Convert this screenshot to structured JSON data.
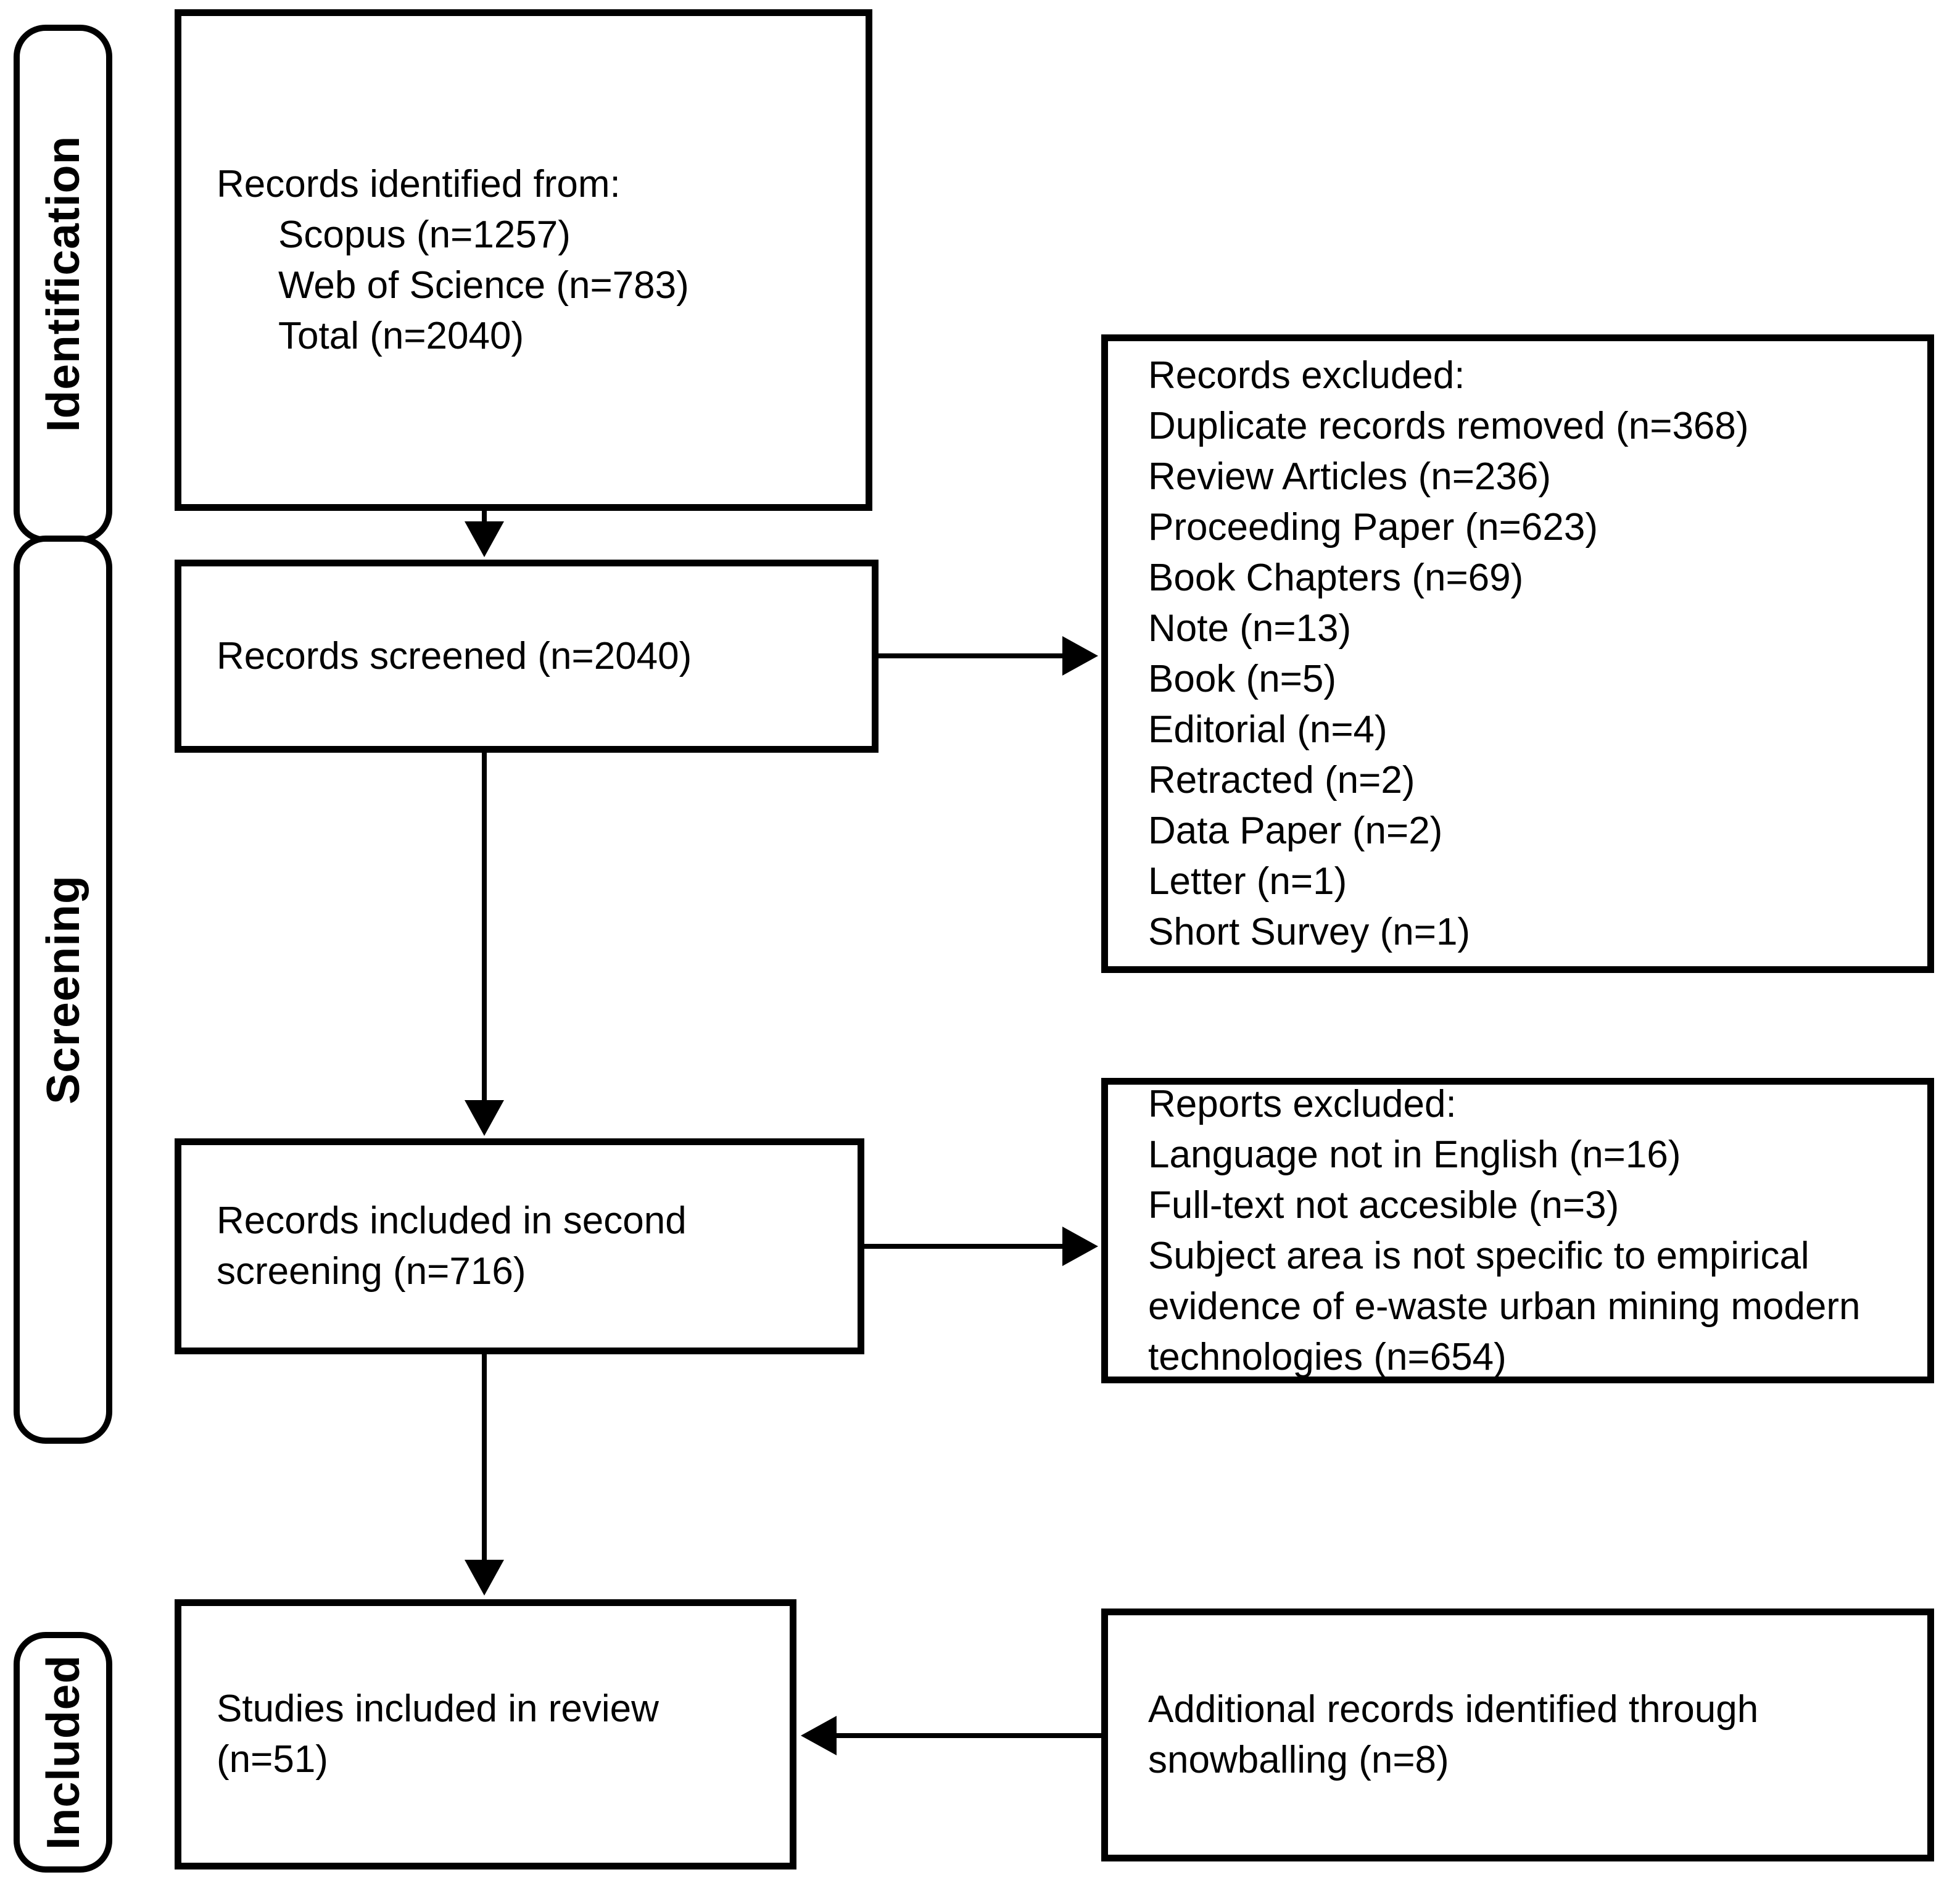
{
  "colors": {
    "background": "#ffffff",
    "line": "#000000",
    "text": "#000000"
  },
  "stages": [
    {
      "label": "Identification"
    },
    {
      "label": "Screening"
    },
    {
      "label": "Included"
    }
  ],
  "boxes": {
    "records_identified": {
      "title": "Records identified from:",
      "items": [
        "Scopus (n=1257)",
        "Web of Science (n=783)",
        "Total (n=2040)"
      ]
    },
    "records_screened": {
      "text": "Records screened (n=2040)"
    },
    "records_second_screening": {
      "text": "Records included in second screening (n=716)"
    },
    "studies_included": {
      "text": "Studies included in review (n=51)"
    },
    "records_excluded": {
      "title": "Records excluded:",
      "items": [
        "Duplicate records removed (n=368)",
        "Review Articles (n=236)",
        "Proceeding Paper (n=623)",
        "Book Chapters (n=69)",
        "Note (n=13)",
        "Book (n=5)",
        "Editorial (n=4)",
        "Retracted (n=2)",
        "Data Paper (n=2)",
        "Letter (n=1)",
        "Short Survey (n=1)"
      ]
    },
    "reports_excluded": {
      "title": "Reports excluded:",
      "items": [
        "Language not in English (n=16)",
        "Full-text not accesible (n=3)",
        "Subject area is not specific to empirical evidence of e-waste urban mining modern technologies (n=654)"
      ]
    },
    "additional_records": {
      "text": "Additional records identified through snowballing (n=8)"
    }
  }
}
